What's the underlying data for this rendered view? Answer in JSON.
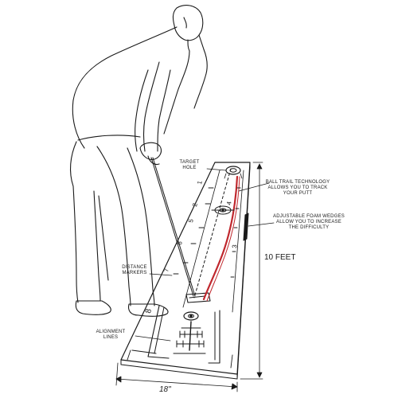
{
  "labels": {
    "target_hole": [
      "TARGET",
      "HOLE"
    ],
    "ball_trail": [
      "BALL TRAIL TECHNOLOGY",
      "ALLOWS YOU TO TRACK",
      "YOUR PUTT"
    ],
    "foam_wedges": [
      "ADJUSTABLE FOAM WEDGES",
      "ALLOW YOU TO INCREASE",
      "THE DIFFICULTY"
    ],
    "distance_markers": [
      "DISTANCE",
      "MARKERS"
    ],
    "alignment_lines": [
      "ALIGNMENT",
      "LINES"
    ],
    "length": "10 FEET",
    "width": "18\""
  },
  "mat_numbers": [
    "1",
    "2",
    "3",
    "4",
    "5",
    "6",
    "7",
    "8"
  ],
  "colors": {
    "line": "#1a1a1a",
    "ball_trail": "#c0282e",
    "background": "#ffffff"
  }
}
